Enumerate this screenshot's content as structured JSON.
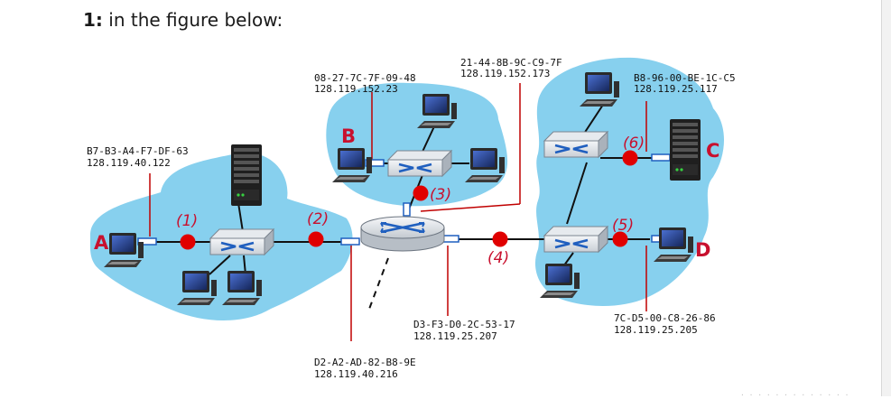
{
  "question": {
    "number": "1:",
    "text": "in the figure below:"
  },
  "hosts": {
    "A": {
      "label": "A",
      "mac": "B7-B3-A4-F7-DF-63",
      "ip": "128.119.40.122"
    },
    "B": {
      "label": "B",
      "mac": "08-27-7C-7F-09-48",
      "ip": "128.119.152.23"
    },
    "C": {
      "label": "C",
      "mac": "B8-96-00-BE-1C-C5",
      "ip": "128.119.25.117"
    },
    "D": {
      "label": "D",
      "mac": "7C-D5-00-C8-26-86",
      "ip": "128.119.25.205"
    }
  },
  "router_interfaces": {
    "lan_a": {
      "mac": "D2-A2-AD-82-B8-9E",
      "ip": "128.119.40.216"
    },
    "lan_b": {
      "mac": "21-44-8B-9C-C9-7F",
      "ip": "128.119.152.173"
    },
    "lan_cd": {
      "mac": "D3-F3-D0-2C-53-17",
      "ip": "128.119.25.207"
    }
  },
  "points": [
    "(1)",
    "(2)",
    "(3)",
    "(4)",
    "(5)",
    "(6)"
  ],
  "colors": {
    "cloud": "#87d0ee",
    "point": "#e00000",
    "label": "#c8102e",
    "link": "#111111",
    "leader": "#c00000"
  },
  "footer": {
    "text": "· · · · · · · · · · · · ·"
  }
}
